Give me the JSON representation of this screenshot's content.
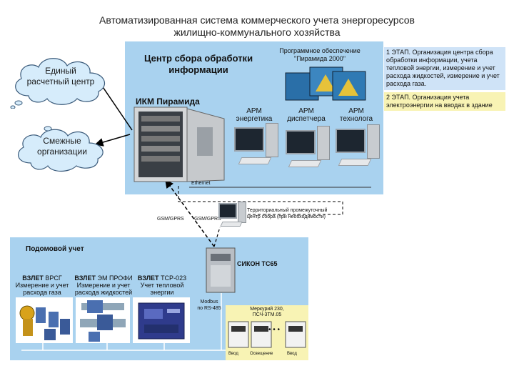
{
  "title": {
    "line1": "Автоматизированная система коммерческого учета энергоресурсов",
    "line2": "жилищно-коммунального хозяйства"
  },
  "clouds": {
    "settlement": {
      "line1": "Единый",
      "line2": "расчетный центр"
    },
    "adjacent": {
      "line1": "Смежные",
      "line2": "организации"
    }
  },
  "center": {
    "title_line1": "Центр сбора обработки",
    "title_line2": "информации",
    "ikm": "ИКМ Пирамида",
    "software_line1": "Программное обеспечение",
    "software_line2": "\"Пирамида 2000\"",
    "arm": [
      {
        "line1": "АРМ",
        "line2": "энергетика"
      },
      {
        "line1": "АРМ",
        "line2": "диспетчера"
      },
      {
        "line1": "АРМ",
        "line2": "технолога"
      }
    ],
    "ethernet": "Ethernet"
  },
  "notes": {
    "stage1": "1 ЭТАП. Организация центра сбора обработки информации, учета тепловой энергии, измерение и учет расхода жидкостей, измерение и учет расхода газа.",
    "stage2": "2 ЭТАП. Организация учета электроэнергии на вводах в здание"
  },
  "links": {
    "gsm1": "GSM/GPRS",
    "gsm2": "GSM/GPRS",
    "territorial_line1": "Территориальный промежуточный",
    "territorial_line2": "центр сбора (при необходимости)"
  },
  "house": {
    "title": "Подомовой учет",
    "devices": [
      {
        "brand": "ВЗЛЕТ",
        "model": "ВРСГ",
        "desc_line1": "Измерение и учет",
        "desc_line2": "расхода газа"
      },
      {
        "brand": "ВЗЛЕТ",
        "model": "ЭМ ПРОФИ",
        "desc_line1": "Измерение и учет",
        "desc_line2": "расхода жидкостей"
      },
      {
        "brand": "ВЗЛЕТ",
        "model": "ТСР-023",
        "desc_line1": "Учет тепловой",
        "desc_line2": "энергии"
      }
    ],
    "sikon": "СИКОН ТС65",
    "modbus_line1": "Modbus",
    "modbus_line2": "по RS-485",
    "mercury_line1": "Меркурий 230,",
    "mercury_line2": "ПСЧ-3ТМ.05",
    "dots": "• • •",
    "meter_labels": [
      "Ввод",
      "Освещение",
      "Ввод"
    ]
  },
  "colors": {
    "panel": "#a9d2ef",
    "note_blue": "#cfe3f7",
    "note_yellow": "#f8f3b4"
  }
}
